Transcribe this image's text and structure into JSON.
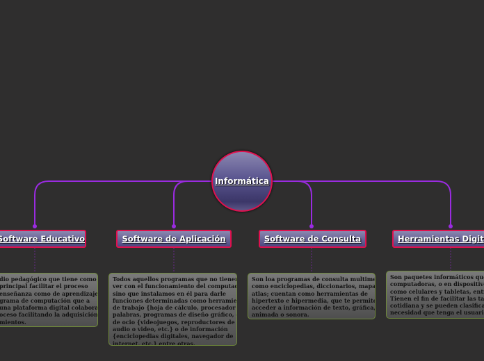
{
  "central": {
    "title": "Informática"
  },
  "branches": [
    {
      "title": "Software Educativo",
      "lines": [
        "dio pedagógico que tiene como",
        "principal facilitar el proceso",
        "enseñanza como de aprendizaje.",
        "grama de computación que a",
        "una plataforma digital colabora",
        "oceso facilitando la adquisición",
        "mientos."
      ]
    },
    {
      "title": "Software de Aplicación",
      "lines": [
        "Todos aquellos programas que no tienen que",
        "ver con el funcionamiento del computador,",
        "sino que instalamos en él para darle",
        "funciones determinadas como herramienta",
        "de trabajo  {hoja de cálculo, procesador de",
        "palabras, programas de diseño gráfico, etc},",
        "de ocio  {videojuegos, reproductores de",
        "audio o video, etc.}  o de información",
        "{enciclopedias digitales, navegador de",
        "internet, etc.}  entre otras."
      ]
    },
    {
      "title": "Software de Consulta",
      "lines": [
        "Son loa programas de consulta multimedia",
        "como enciclopedias, diccionarios, mapas y",
        "atlas;  cuentan como herramientas de",
        "hipertexto e hipermedia, que te permiten",
        "acceder a información de texto, gráfica,",
        "animada o sonora."
      ]
    },
    {
      "title": "Herramientas Digit",
      "lines": [
        "Son paquetes informáticos que est",
        "computadoras, o en dispositivos el",
        "como celulares y tabletas, entre otr",
        "Tienen el fin de facilitar las tareas",
        "cotidiana y se pueden clasificar seg",
        "necesidad que tenga el usuario."
      ]
    }
  ],
  "colors": {
    "background": "#2f2e2e",
    "connector": "#9a2be0",
    "node_border": "#e0104e",
    "box_border": "#6f8a3a"
  }
}
